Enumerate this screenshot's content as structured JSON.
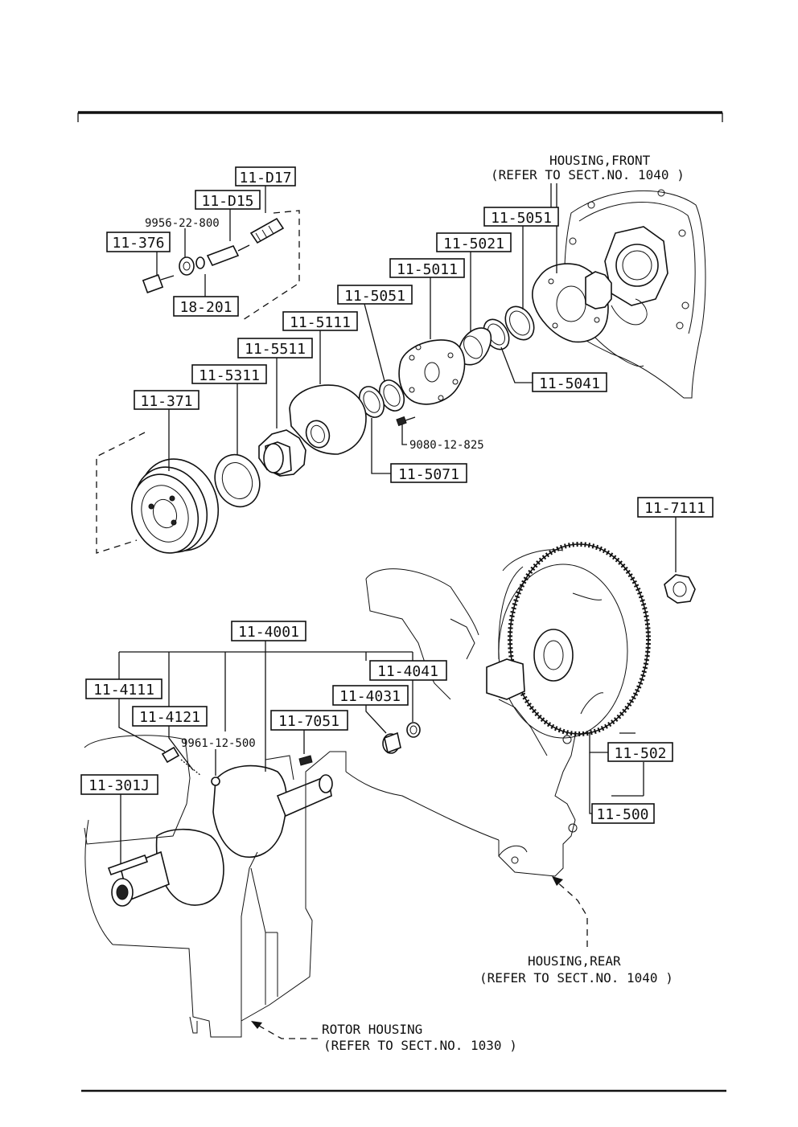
{
  "part_labels": {
    "p11_d17": "11-D17",
    "p11_d15": "11-D15",
    "p9956": "9956-22-800",
    "p11_376": "11-376",
    "p18_201": "18-201",
    "p11_5051a": "11-5051",
    "p11_5021": "11-5021",
    "p11_5011": "11-5011",
    "p11_5051b": "11-5051",
    "p11_5111": "11-5111",
    "p11_5511": "11-5511",
    "p11_5311": "11-5311",
    "p11_371": "11-371",
    "p11_5041": "11-5041",
    "p9080": "9080-12-825",
    "p11_5071": "11-5071",
    "p11_7111": "11-7111",
    "p11_4001": "11-4001",
    "p11_4041": "11-4041",
    "p11_4111": "11-4111",
    "p11_4031": "11-4031",
    "p11_4121": "11-4121",
    "p11_7051": "11-7051",
    "p9961": "9961-12-500",
    "p11_301j": "11-301J",
    "p11_502": "11-502",
    "p11_500": "11-500"
  },
  "notes": {
    "housing_front_1": "HOUSING,FRONT",
    "housing_front_2": "(REFER TO SECT.NO. 1040 )",
    "housing_rear_1": "HOUSING,REAR",
    "housing_rear_2": "(REFER TO SECT.NO. 1040 )",
    "rotor_housing_1": "ROTOR HOUSING",
    "rotor_housing_2": "(REFER TO SECT.NO. 1030 )"
  }
}
